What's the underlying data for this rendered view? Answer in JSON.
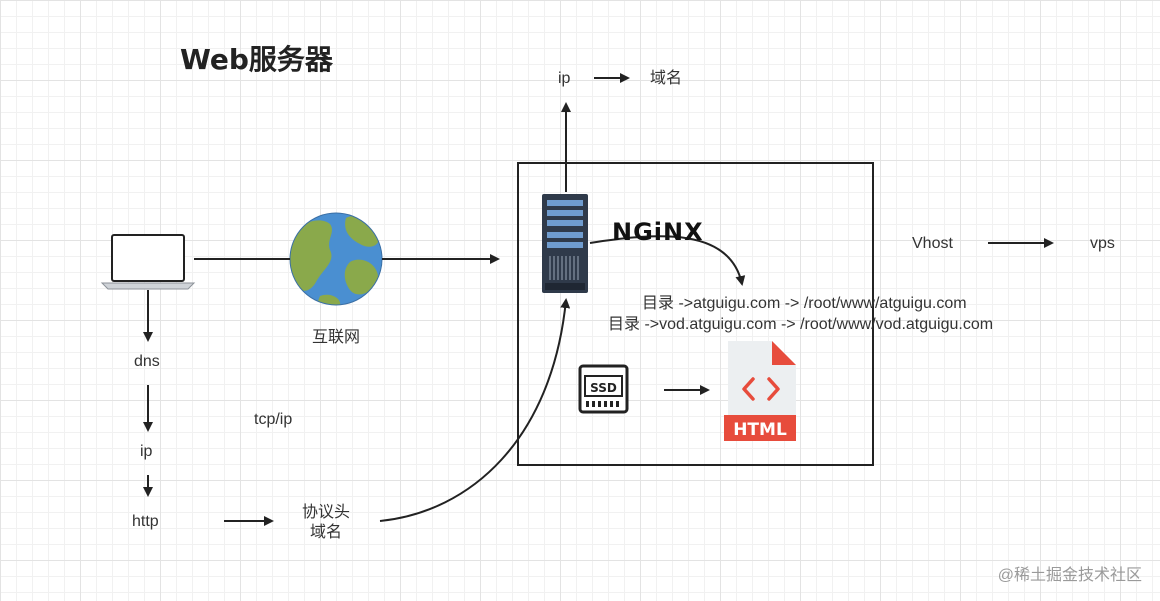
{
  "diagram": {
    "title": "Web服务器",
    "labels": {
      "internet": "互联网",
      "dns": "dns",
      "ip_left": "ip",
      "http": "http",
      "tcp_ip": "tcp/ip",
      "header_line1": "协议头",
      "header_line2": "域名",
      "ip_top": "ip",
      "domain_top": "域名",
      "nginx": "NGiNX",
      "dir_line1": "目录 ->atguigu.com -> /root/www/atguigu.com",
      "dir_line2": "目录 ->vod.atguigu.com -> /root/www/vod.atguigu.com",
      "vhost": "Vhost",
      "vps": "vps",
      "ssd": "SSD",
      "html": "HTML"
    },
    "watermark": "@稀土掘金技术社区"
  },
  "colors": {
    "line": "#222222",
    "globe_ocean": "#4a8fd1",
    "globe_land": "#8aa94b",
    "server": "#2f3a4a",
    "html_doc": "#e74c3c"
  }
}
